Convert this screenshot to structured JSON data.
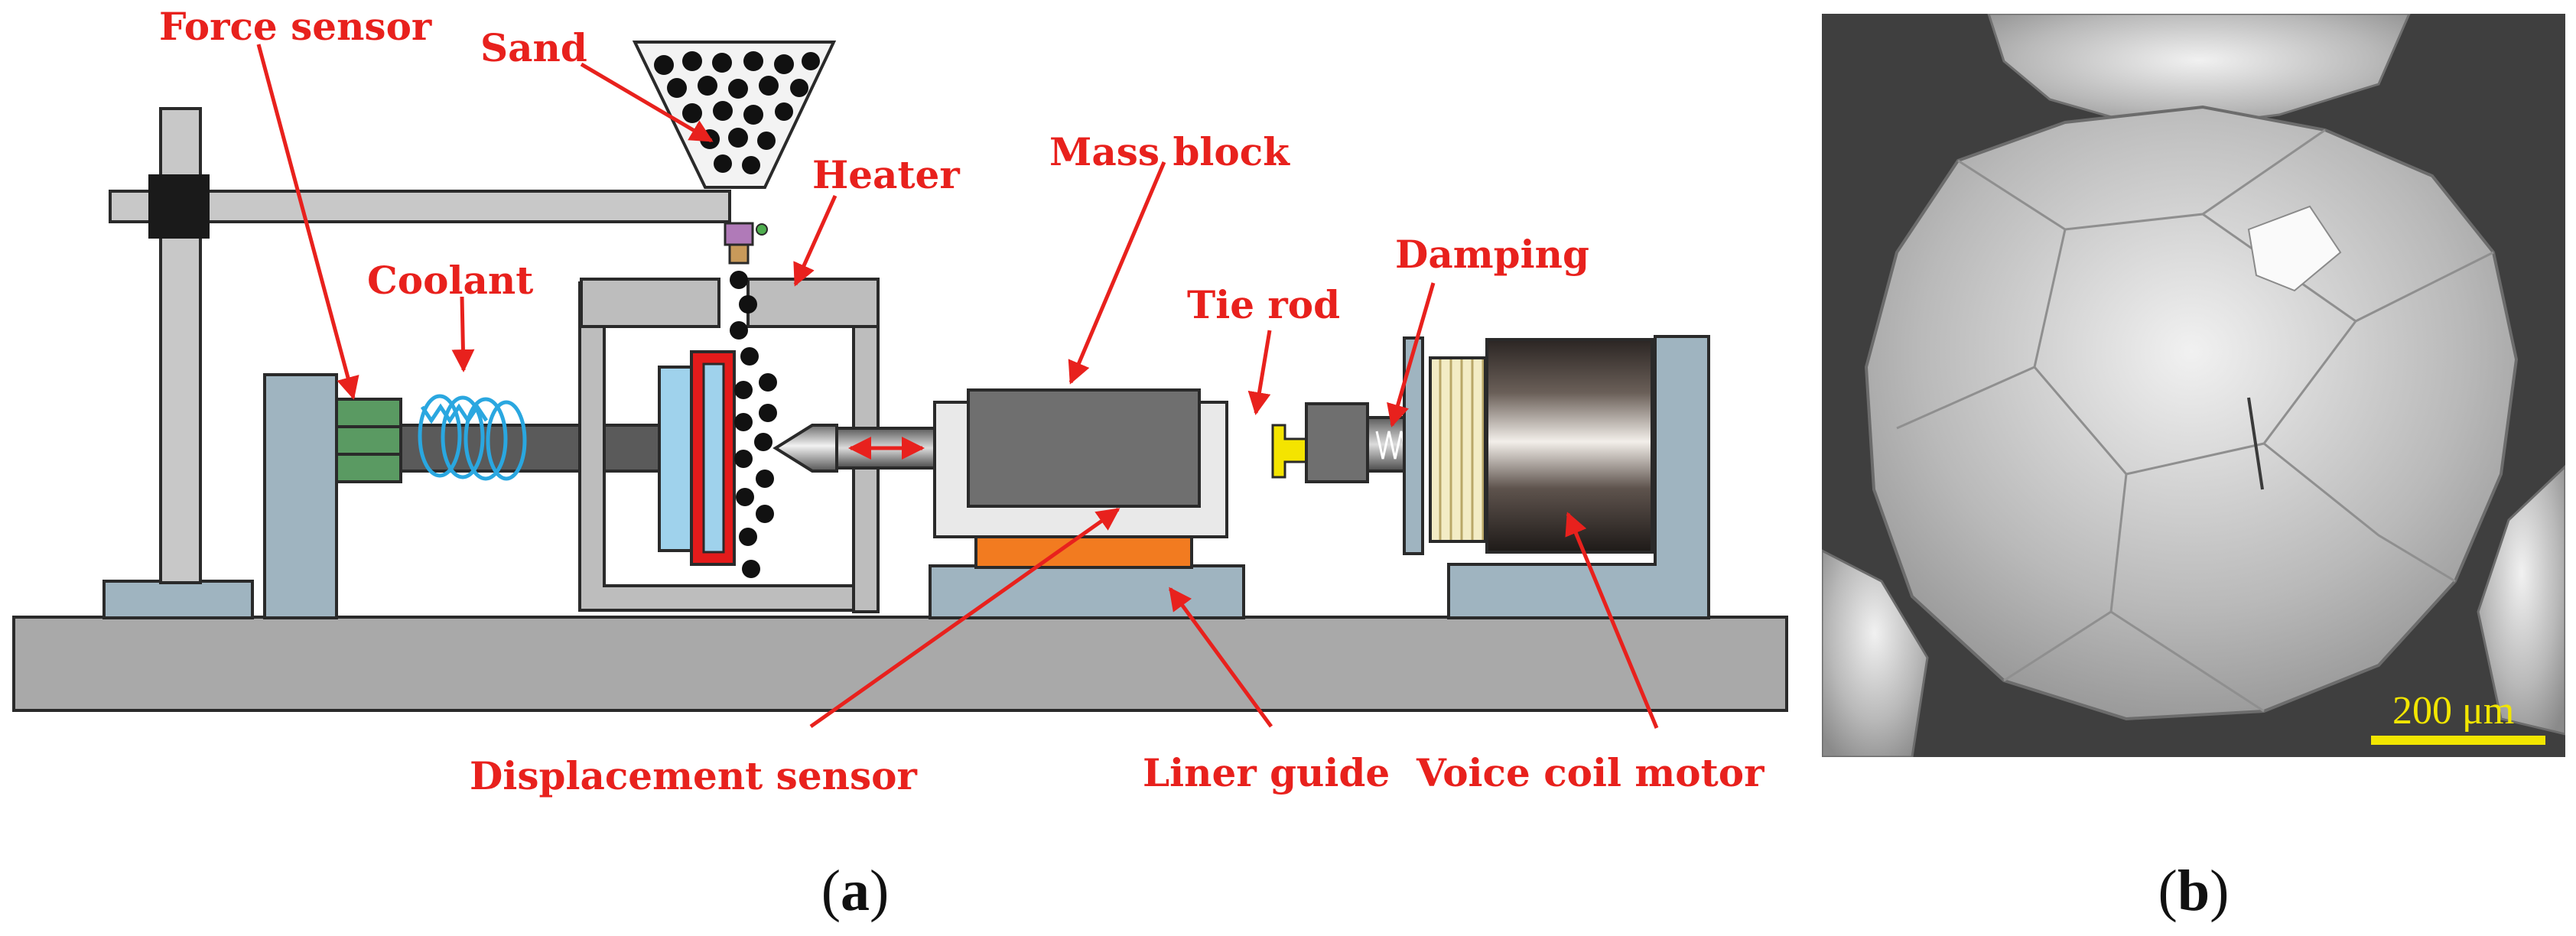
{
  "labels": {
    "force_sensor": "Force sensor",
    "sand": "Sand",
    "heater": "Heater",
    "mass_block": "Mass block",
    "coolant": "Coolant",
    "damping": "Damping",
    "tie_rod": "Tie rod",
    "displacement_sensor": "Displacement sensor",
    "liner_guide": "Liner guide",
    "voice_coil_motor": "Voice coil motor"
  },
  "captions": {
    "a_open": "(",
    "a_letter": "a",
    "a_close": ")",
    "b_open": "(",
    "b_letter": "b",
    "b_close": ")"
  },
  "micrograph": {
    "scale_bar": "200 μm"
  },
  "colors": {
    "label_red": "#e8211d",
    "structure_gray": "#c8c8c8",
    "base_gray": "#a9a9a9",
    "blue_gray": "#9fb4c0",
    "force_sensor_green": "#5a9a62",
    "coolant_blue": "#2aa7e0",
    "heater_gray": "#bdbdbd",
    "sensor_blue": "#9fd2ec",
    "displacement_red": "#e31b1b",
    "guide_orange": "#f27b20",
    "tie_rod_yellow": "#f4e400",
    "scale_yellow": "#f2e600"
  }
}
